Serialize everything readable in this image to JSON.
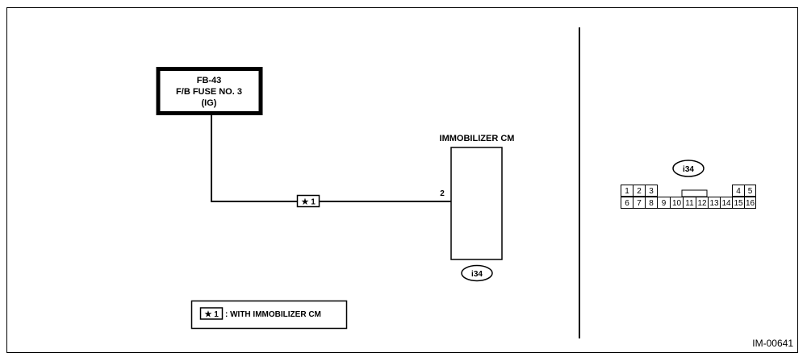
{
  "colors": {
    "ink": "#000000",
    "paper": "#ffffff"
  },
  "fuse": {
    "line1": "FB-43",
    "line2": "F/B FUSE NO. 3",
    "line3": "(IG)"
  },
  "module": {
    "title": "IMMOBILIZER CM",
    "pin_number": "2",
    "connector_id": "i34"
  },
  "wire_marker": {
    "symbol": "★",
    "number": "1"
  },
  "legend": {
    "symbol": "★",
    "number": "1",
    "text": ": WITH IMMOBILIZER CM"
  },
  "connector_view": {
    "id": "i34",
    "top_row": [
      "1",
      "2",
      "3",
      "4",
      "5"
    ],
    "bottom_row": [
      "6",
      "7",
      "8",
      "9",
      "10",
      "11",
      "12",
      "13",
      "14",
      "15",
      "16"
    ]
  },
  "figure_code": "IM-00641"
}
